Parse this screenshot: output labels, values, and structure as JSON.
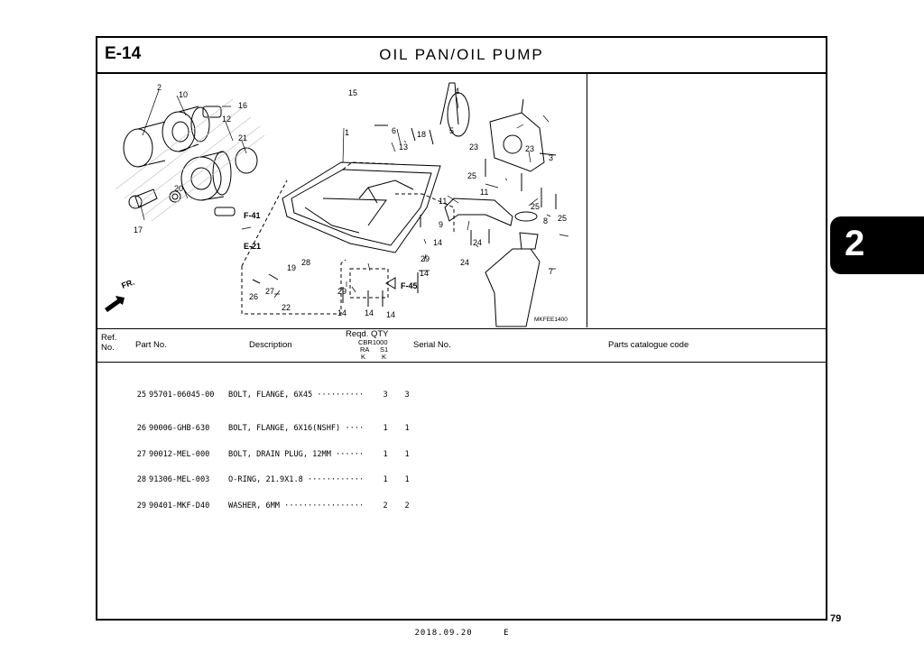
{
  "header": {
    "code": "E-14",
    "title": "OIL PAN/OIL PUMP"
  },
  "diagram": {
    "id": "MKFEE1400",
    "callouts": [
      "1",
      "2",
      "3",
      "4",
      "5",
      "6",
      "7",
      "8",
      "9",
      "10",
      "11",
      "11",
      "12",
      "13",
      "14",
      "14",
      "14",
      "14",
      "14",
      "14",
      "15",
      "16",
      "17",
      "18",
      "19",
      "20",
      "21",
      "22",
      "23",
      "23",
      "24",
      "24",
      "25",
      "25",
      "25",
      "26",
      "27",
      "28",
      "29",
      "29"
    ],
    "refs": [
      "F-41",
      "E-21",
      "F-45"
    ],
    "front_label": "FR."
  },
  "columns": {
    "ref": "Ref. No.",
    "ref_line1": "Ref.",
    "ref_line2": "No.",
    "part_no": "Part No.",
    "description": "Description",
    "reqd_qty": "Reqd. QTY",
    "model": "CBR1000",
    "sub1": "RA",
    "sub2": "S1",
    "sub3": "K",
    "sub4": "K",
    "serial": "Serial No.",
    "catalogue": "Parts catalogue code"
  },
  "parts": [
    {
      "ref": "25",
      "part": "95701-06045-00",
      "desc": "BOLT, FLANGE, 6X45",
      "dots": "··········",
      "q1": "3",
      "q2": "3"
    },
    {
      "ref": "26",
      "part": "90006-GHB-630",
      "desc": "BOLT, FLANGE, 6X16(NSHF)",
      "dots": "····",
      "q1": "1",
      "q2": "1"
    },
    {
      "ref": "27",
      "part": "90012-MEL-000",
      "desc": "BOLT, DRAIN PLUG, 12MM",
      "dots": "······",
      "q1": "1",
      "q2": "1"
    },
    {
      "ref": "28",
      "part": "91306-MEL-003",
      "desc": "O-RING, 21.9X1.8",
      "dots": "············",
      "q1": "1",
      "q2": "1"
    },
    {
      "ref": "29",
      "part": "90401-MKF-D40",
      "desc": "WASHER, 6MM",
      "dots": "·················",
      "q1": "2",
      "q2": "2"
    }
  ],
  "section_tab": "2",
  "page_number": "79",
  "footer": {
    "date": "2018.09.20",
    "edition": "E"
  }
}
